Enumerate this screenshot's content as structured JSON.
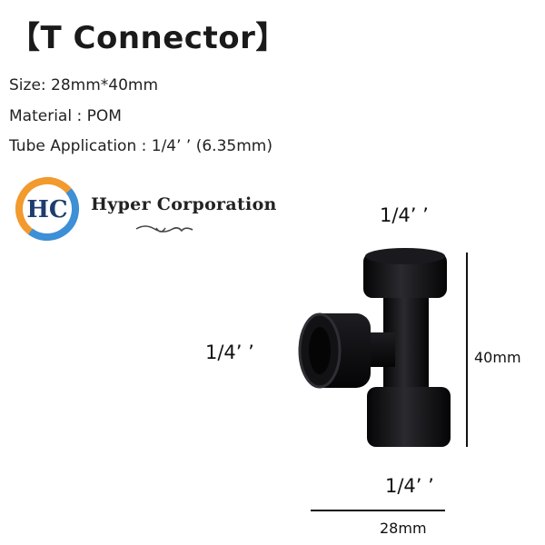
{
  "title": "【T Connector】",
  "specs": {
    "size": "Size: 28mm*40mm",
    "material": "Material : POM",
    "tube": "Tube Application :  1/4’ ’ (6.35mm)"
  },
  "logo": {
    "initials": "HC",
    "brand": "Hyper Corporation",
    "colors": {
      "orange": "#f29a2e",
      "blue": "#3d8fd6",
      "text": "#222222"
    }
  },
  "dimensions": {
    "top_port": "1/4’ ’",
    "side_port": "1/4’ ’",
    "bottom_port": "1/4’ ’",
    "height": "40mm",
    "width": "28mm"
  },
  "colors": {
    "fitting": "#0e0e10",
    "highlight": "#3a3a40",
    "dim_line": "#111111"
  }
}
